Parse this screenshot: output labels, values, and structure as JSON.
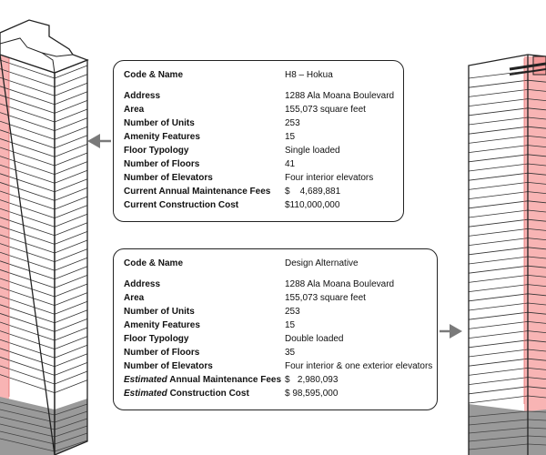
{
  "colors": {
    "highlight": "#f8b4b4",
    "highlight_line": "#e46b6b",
    "base": "#9a9a9a",
    "arrow": "#7a7a7a",
    "outline": "#222222"
  },
  "buildings": {
    "left": {
      "floors": 41
    },
    "right": {
      "floors": 35
    }
  },
  "existing": {
    "rows": [
      {
        "label": "Code & Name",
        "value": "H8 – Hokua"
      },
      {
        "label": "Address",
        "value": "1288 Ala Moana Boulevard"
      },
      {
        "label": "Area",
        "value": "155,073 square feet"
      },
      {
        "label": "Number of Units",
        "value": "253"
      },
      {
        "label": "Amenity Features",
        "value": "15"
      },
      {
        "label": "Floor Typology",
        "value": "Single loaded"
      },
      {
        "label": "Number of Floors",
        "value": "41"
      },
      {
        "label": "Number of Elevators",
        "value": "Four interior elevators"
      },
      {
        "label": "Current Annual Maintenance Fees",
        "value": "$    4,689,881"
      },
      {
        "label": "Current Construction Cost",
        "value": "$110,000,000"
      }
    ]
  },
  "alternative": {
    "rows": [
      {
        "label": "Code & Name",
        "value": "Design Alternative"
      },
      {
        "label": "Address",
        "value": "1288 Ala Moana Boulevard"
      },
      {
        "label": "Area",
        "value": "155,073 square feet"
      },
      {
        "label": "Number of Units",
        "value": "253"
      },
      {
        "label": "Amenity Features",
        "value": "15"
      },
      {
        "label": "Floor Typology",
        "value": "Double loaded"
      },
      {
        "label": "Number of Floors",
        "value": "35"
      },
      {
        "label": "Number of Elevators",
        "value": "Four interior & one exterior elevators"
      },
      {
        "label": "Annual Maintenance Fees",
        "label_em": "Estimated",
        "value": "$   2,980,093"
      },
      {
        "label": "Construction Cost",
        "label_em": "Estimated",
        "value": "$ 98,595,000"
      }
    ]
  }
}
